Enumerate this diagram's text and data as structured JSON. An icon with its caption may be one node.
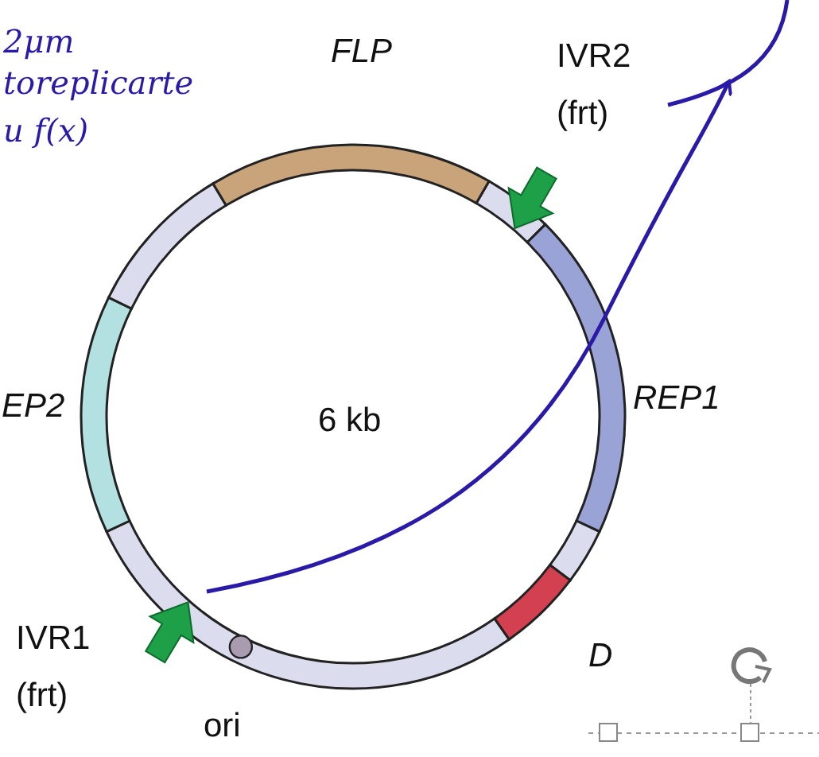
{
  "diagram": {
    "labels": [
      "2μm",
      "toreplicarte",
      "u f(x)",
      "FLP",
      "IVR2 (frt)",
      "REP1",
      "EP2",
      "6 kb",
      "IVR1 (frt)",
      "D",
      "ori"
    ]
  }
}
